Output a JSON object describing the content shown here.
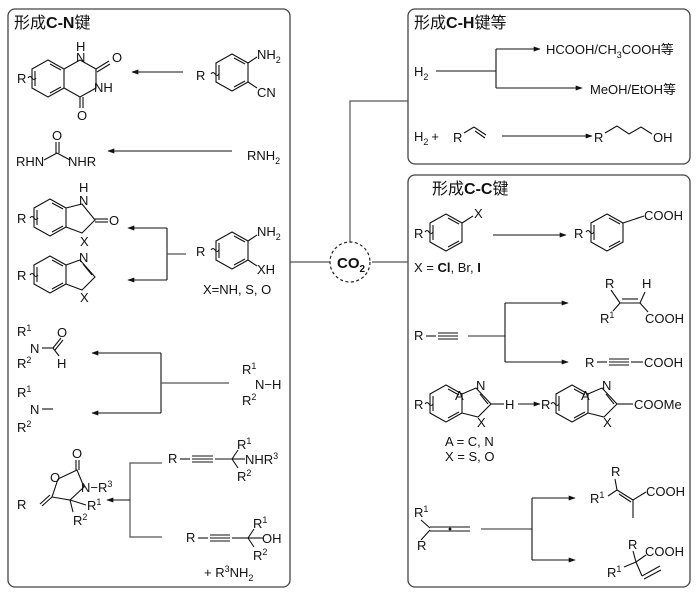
{
  "center": {
    "label": "CO",
    "sub": "2"
  },
  "panels": {
    "cn": {
      "title_prefix": "形成",
      "title_bold": "C-N",
      "title_suffix": "键",
      "reactions": [
        {
          "product": {
            "name": "quinazoline-2,4-dione",
            "labels": {
              "R": "R",
              "NH_top": "N",
              "H_top": "H",
              "O1": "O",
              "NH": "NH",
              "O2": "O"
            }
          },
          "reactant": {
            "name": "2-aminobenzonitrile",
            "labels": {
              "R": "R",
              "NH2": "NH",
              "NH2_sub": "2",
              "CN": "CN"
            }
          }
        },
        {
          "product": {
            "name": "urea",
            "labels": {
              "O": "O",
              "left": "RHN",
              "right": "NHR"
            }
          },
          "reactant": {
            "name": "amine",
            "labels": {
              "RNH2": "RNH",
              "sub": "2"
            }
          }
        },
        {
          "products": [
            {
              "name": "benzimidazolone-type",
              "labels": {
                "R": "R",
                "H": "H",
                "N": "N",
                "O": "O",
                "X": "X"
              }
            },
            {
              "name": "benzimidazole-type",
              "labels": {
                "R": "R",
                "N": "N",
                "X": "X"
              }
            }
          ],
          "reactant": {
            "name": "o-substituted aniline",
            "labels": {
              "R": "R",
              "NH2": "NH",
              "NH2_sub": "2",
              "XH": "XH"
            },
            "note": "X=NH, S, O"
          }
        },
        {
          "products": [
            {
              "name": "formamide",
              "labels": {
                "R1": "R",
                "R1_sup": "1",
                "N": "N",
                "O": "O",
                "H": "H",
                "R2": "R",
                "R2_sup": "2"
              }
            },
            {
              "name": "methylamine",
              "labels": {
                "R1": "R",
                "R1_sup": "1",
                "N": "N",
                "R2": "R",
                "R2_sup": "2"
              }
            }
          ],
          "reactant": {
            "name": "secondary amine",
            "labels": {
              "R1": "R",
              "R1_sup": "1",
              "NH": "N−H",
              "R2": "R",
              "R2_sup": "2"
            }
          }
        },
        {
          "product": {
            "name": "oxazolidinone",
            "labels": {
              "O_top": "O",
              "O_ring": "O",
              "N": "N−R",
              "N_sup": "3",
              "R": "R",
              "R1": "R",
              "R1_sup": "1",
              "R2": "R",
              "R2_sup": "2"
            }
          },
          "reactants": [
            {
              "name": "propargylamine",
              "labels": {
                "R": "R",
                "R1": "R",
                "R1_sup": "1",
                "NHR3": "NHR",
                "NHR3_sup": "3",
                "R2": "R",
                "R2_sup": "2"
              }
            },
            {
              "name": "propargyl alcohol",
              "labels": {
                "R": "R",
                "R1": "R",
                "R1_sup": "1",
                "OH": "OH",
                "R2": "R",
                "R2_sup": "2"
              },
              "extra": {
                "prefix": "+ R",
                "sup": "3",
                "mid": "NH",
                "sub": "2"
              }
            }
          ]
        }
      ]
    },
    "ch": {
      "title_prefix": "形成",
      "title_bold": "C-H",
      "title_suffix": "键等",
      "reactions": [
        {
          "reactant": {
            "text": "H",
            "sub": "2"
          },
          "products": [
            {
              "parts": [
                "HCOOH/CH",
                "3",
                "COOH等"
              ]
            },
            {
              "text": "MeOH/EtOH等"
            }
          ]
        },
        {
          "reactant": {
            "text": "H",
            "sub": "2",
            "plus": "+",
            "alkene_R": "R"
          },
          "product": {
            "R": "R",
            "OH": "OH"
          }
        }
      ]
    },
    "cc": {
      "title_prefix": "形成",
      "title_bold": "C-C",
      "title_suffix": "键",
      "reactions": [
        {
          "reactant": {
            "R": "R",
            "X": "X",
            "note_prefix": "X = ",
            "note_values": [
              "Cl",
              "Br",
              "I"
            ]
          },
          "product": {
            "R": "R",
            "COOH": "COOH"
          }
        },
        {
          "reactant": {
            "R": "R"
          },
          "products": [
            {
              "R": "R",
              "H": "H",
              "R1": "R",
              "R1_sup": "1",
              "COOH": "COOH"
            },
            {
              "R": "R",
              "COOH": "COOH"
            }
          ]
        },
        {
          "reactant": {
            "R": "R",
            "A": "A",
            "N": "N",
            "X": "X",
            "H": "H"
          },
          "product": {
            "R": "R",
            "A": "A",
            "N": "N",
            "X": "X",
            "COOMe": "COOMe"
          },
          "notes": [
            "A = C, N",
            "X = S, O"
          ]
        },
        {
          "reactant": {
            "R1": "R",
            "R1_sup": "1",
            "R": "R"
          },
          "products": [
            {
              "R": "R",
              "R1": "R",
              "R1_sup": "1",
              "COOH": "COOH"
            },
            {
              "R": "R",
              "R1": "R",
              "R1_sup": "1",
              "COOH": "COOH"
            }
          ]
        }
      ]
    }
  }
}
